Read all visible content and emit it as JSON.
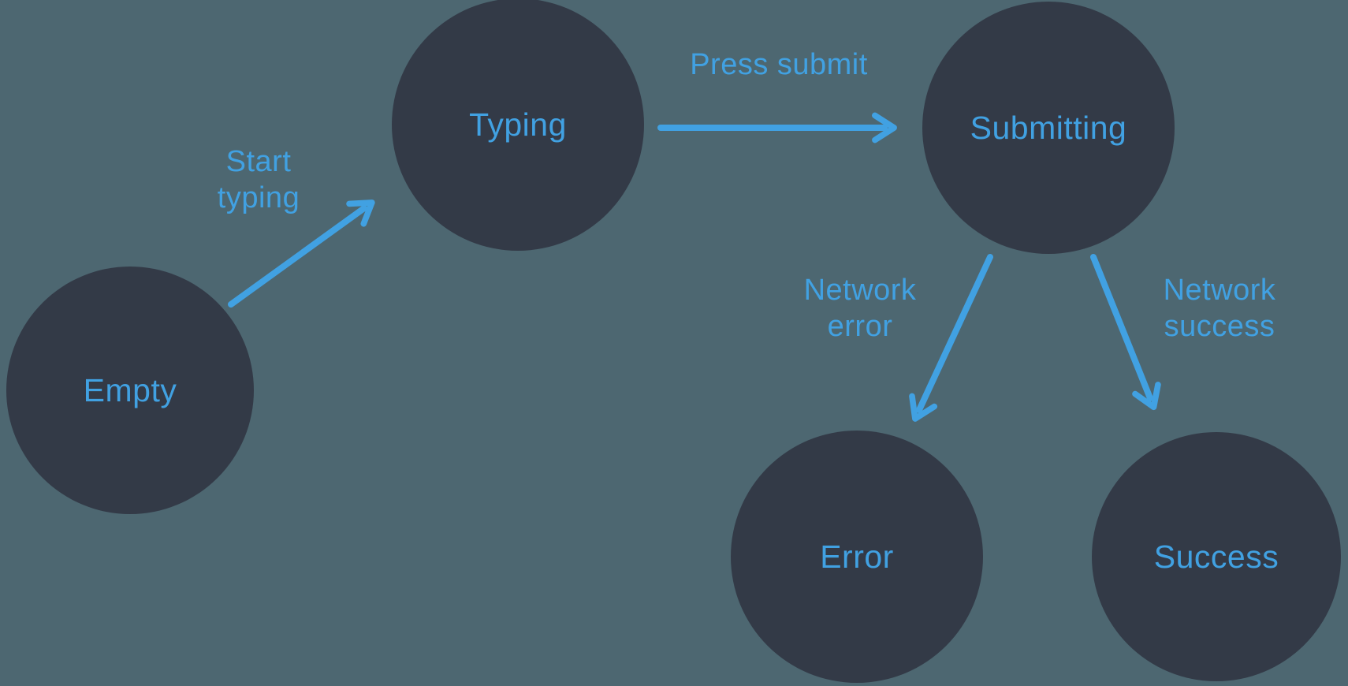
{
  "diagram": {
    "type": "state-machine",
    "nodes": [
      {
        "id": "empty",
        "label": "Empty"
      },
      {
        "id": "typing",
        "label": "Typing"
      },
      {
        "id": "submitting",
        "label": "Submitting"
      },
      {
        "id": "error",
        "label": "Error"
      },
      {
        "id": "success",
        "label": "Success"
      }
    ],
    "edges": [
      {
        "from": "empty",
        "to": "typing",
        "label": "Start\ntyping"
      },
      {
        "from": "typing",
        "to": "submitting",
        "label": "Press submit"
      },
      {
        "from": "submitting",
        "to": "error",
        "label": "Network\nerror"
      },
      {
        "from": "submitting",
        "to": "success",
        "label": "Network\nsuccess"
      }
    ],
    "colors": {
      "background": "#4D6771",
      "node_fill": "#333A47",
      "accent": "#41A1E2"
    }
  }
}
